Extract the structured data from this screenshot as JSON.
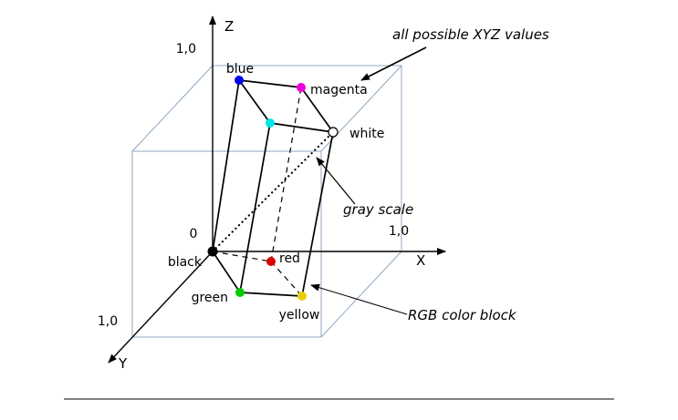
{
  "annotations": {
    "xyz_values": "all possible XYZ values",
    "gray_scale": "gray scale",
    "rgb_block": "RGB color block"
  },
  "axes": {
    "x_label": "X",
    "y_label": "Y",
    "z_label": "Z",
    "x_tick": "1,0",
    "y_tick": "1,0",
    "z_tick": "1,0",
    "origin_label": "0"
  },
  "points": {
    "black": {
      "label": "black",
      "color": "#000000"
    },
    "red": {
      "label": "red",
      "color": "#dd0000"
    },
    "green": {
      "label": "green",
      "color": "#00cc00"
    },
    "blue": {
      "label": "blue",
      "color": "#0000ee"
    },
    "cyan": {
      "label": "",
      "color": "#00e5e5"
    },
    "magenta": {
      "label": "magenta",
      "color": "#ee00dd"
    },
    "yellow": {
      "label": "yellow",
      "color": "#e6cf00"
    },
    "white": {
      "label": "white",
      "color": "#ffffff"
    }
  },
  "colors": {
    "cube_edge": "#90a8bf",
    "line": "#000000"
  }
}
